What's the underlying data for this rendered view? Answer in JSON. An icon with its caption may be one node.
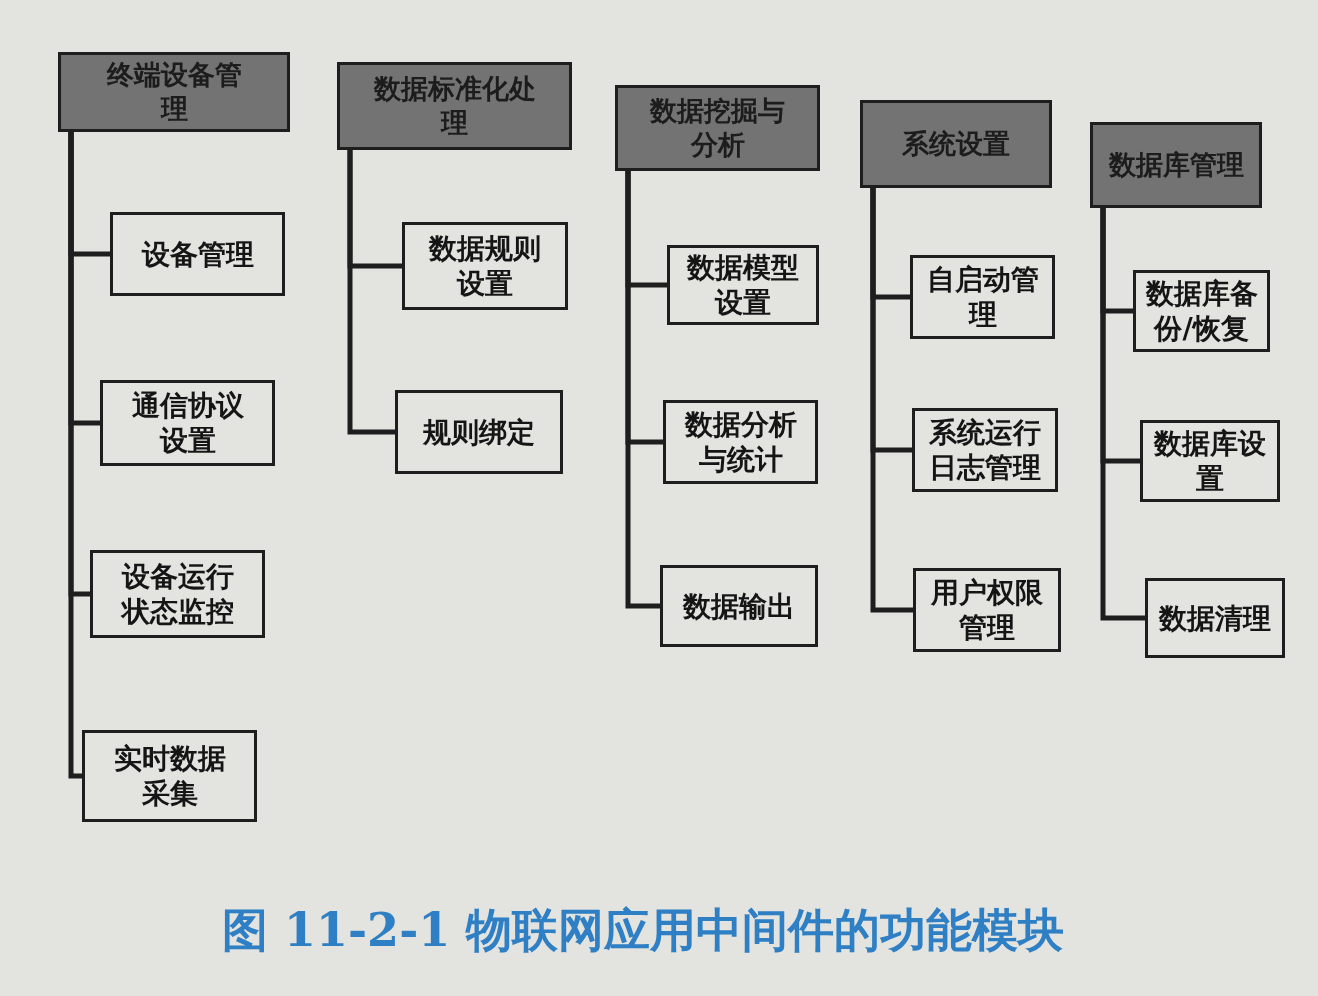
{
  "diagram": {
    "caption": "图 11-2-1 物联网应用中间件的功能模块",
    "nodes": [
      {
        "text": [
          "终端设备管理"
        ]
      },
      {
        "text": [
          "设备管理"
        ]
      },
      {
        "text": [
          "通信协议设置"
        ]
      },
      {
        "text": [
          "设备运行状态监控"
        ]
      },
      {
        "text": [
          "实时数据采集"
        ]
      },
      {
        "text": [
          "数据标准化处理"
        ]
      },
      {
        "text": [
          "数据规则设置"
        ]
      },
      {
        "text": [
          "规则绑定"
        ]
      },
      {
        "text": [
          "数据挖掘与分析"
        ]
      },
      {
        "text": [
          "数据模型设置"
        ]
      },
      {
        "text": [
          "数据分析与统计"
        ]
      },
      {
        "text": [
          "数据输出"
        ]
      },
      {
        "text": [
          "系统设置"
        ]
      },
      {
        "text": [
          "自启动管理"
        ]
      },
      {
        "text": [
          "系统运行日志管理"
        ]
      },
      {
        "text": [
          "用户权限管理"
        ]
      },
      {
        "text": [
          "数据库管理"
        ]
      },
      {
        "text": [
          "数据库备份/恢复"
        ]
      },
      {
        "text": [
          "数据库设置"
        ]
      },
      {
        "text": [
          "数据清理"
        ]
      }
    ],
    "edges": [
      {
        "from": 0,
        "to": 1,
        "arrow": "none"
      },
      {
        "from": 0,
        "to": 2,
        "arrow": "none"
      },
      {
        "from": 0,
        "to": 3,
        "arrow": "none"
      },
      {
        "from": 0,
        "to": 4,
        "arrow": "none"
      },
      {
        "from": 5,
        "to": 6,
        "arrow": "none"
      },
      {
        "from": 5,
        "to": 7,
        "arrow": "none"
      },
      {
        "from": 8,
        "to": 9,
        "arrow": "none"
      },
      {
        "from": 8,
        "to": 10,
        "arrow": "none"
      },
      {
        "from": 8,
        "to": 11,
        "arrow": "none"
      },
      {
        "from": 12,
        "to": 13,
        "arrow": "none"
      },
      {
        "from": 12,
        "to": 14,
        "arrow": "none"
      },
      {
        "from": 12,
        "to": 15,
        "arrow": "none"
      },
      {
        "from": 16,
        "to": 17,
        "arrow": "none"
      },
      {
        "from": 16,
        "to": 18,
        "arrow": "none"
      },
      {
        "from": 16,
        "to": 19,
        "arrow": "none"
      }
    ]
  }
}
